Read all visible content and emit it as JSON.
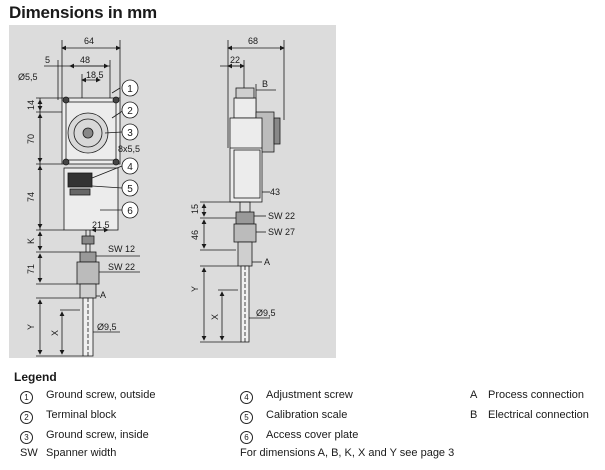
{
  "title": "Dimensions in mm",
  "colors": {
    "panel": "#dcdcdc",
    "ink": "#1a1a1a"
  },
  "drawing": {
    "front": {
      "dim_64": "64",
      "dim_5": "5",
      "dim_48": "48",
      "dim_18_5": "18,5",
      "dim_d5_5": "Ø5,5",
      "dim_14": "14",
      "dim_70": "70",
      "dim_8x5_5": "8x5,5",
      "dim_74": "74",
      "dim_21_5": "21,5",
      "dim_K": "K",
      "dim_SW12": "SW 12",
      "dim_SW22": "SW 22",
      "dim_71": "71",
      "dim_A": "A",
      "dim_Y": "Y",
      "dim_X": "X",
      "dim_d9_5": "Ø9,5",
      "callouts": [
        "1",
        "2",
        "3",
        "4",
        "5",
        "6"
      ]
    },
    "side": {
      "dim_68": "68",
      "dim_22": "22",
      "dim_B": "B",
      "dim_43": "43",
      "dim_15": "15",
      "dim_SW22": "SW 22",
      "dim_46": "46",
      "dim_SW27": "SW 27",
      "dim_A": "A",
      "dim_Y": "Y",
      "dim_X": "X",
      "dim_d9_5": "Ø9,5"
    }
  },
  "legend": {
    "title": "Legend",
    "items": [
      {
        "symbol": "1",
        "text": "Ground screw, outside"
      },
      {
        "symbol": "2",
        "text": "Terminal block"
      },
      {
        "symbol": "3",
        "text": "Ground screw, inside"
      },
      {
        "symbol": "4",
        "text": "Adjustment screw"
      },
      {
        "symbol": "5",
        "text": "Calibration scale"
      },
      {
        "symbol": "6",
        "text": "Access cover plate"
      },
      {
        "symbol": "A",
        "text": "Process connection"
      },
      {
        "symbol": "B",
        "text": "Electrical connection"
      }
    ],
    "sw_symbol": "SW",
    "sw_text": "Spanner width",
    "note": "For dimensions A, B, K, X and Y see page 3"
  }
}
